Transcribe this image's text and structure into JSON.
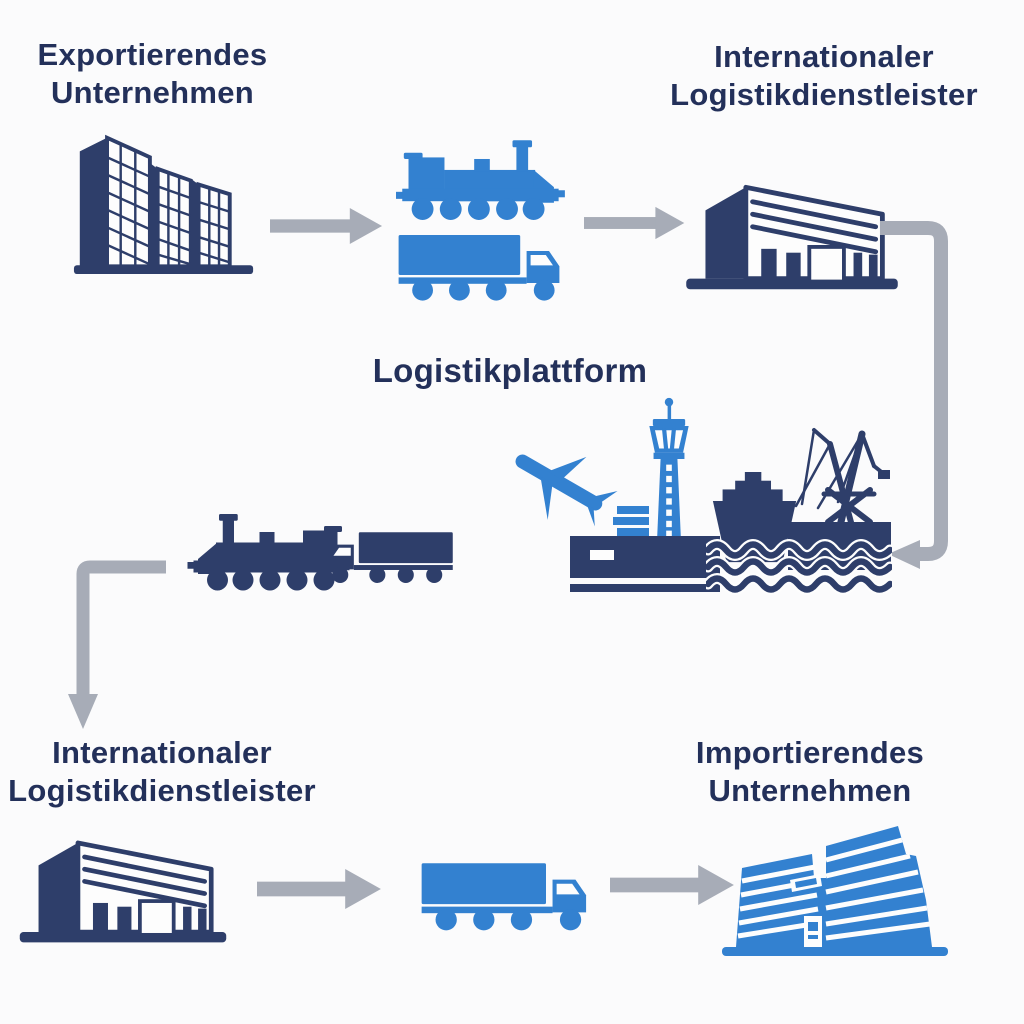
{
  "colors": {
    "background": "#fbfbfc",
    "navy": "#2e3e6a",
    "blue": "#3381d0",
    "arrow_gray": "#a7acb7",
    "text": "#23305a"
  },
  "nodes": {
    "exporter": {
      "line1": "Exportierendes",
      "line2": "Unternehmen"
    },
    "logistics_provider_top": {
      "line1": "Internationaler",
      "line2": "Logistikdienstleister"
    },
    "platform": {
      "title": "Logistikplattform"
    },
    "logistics_provider_bottom": {
      "line1": "Internationaler",
      "line2": "Logistikdienstleister"
    },
    "importer": {
      "line1": "Importierendes",
      "line2": "Unternehmen"
    }
  },
  "icons": {
    "exporter": "office-building",
    "outbound_transport": [
      "train",
      "truck"
    ],
    "logistics_provider_top": "warehouse",
    "platform": [
      "airplane",
      "container-stack",
      "control-tower",
      "terminal-building",
      "cargo-ship",
      "harbor-crane",
      "waves"
    ],
    "inbound_transport": [
      "train",
      "truck"
    ],
    "logistics_provider_bottom": "warehouse",
    "delivery_transport": [
      "truck"
    ],
    "importer": "city-buildings"
  },
  "arrows": [
    {
      "from": "exporter",
      "to": "outbound-transport",
      "shape": "straight-right"
    },
    {
      "from": "outbound-transport",
      "to": "logistics-provider-top",
      "shape": "straight-right"
    },
    {
      "from": "logistics-provider-top",
      "to": "platform",
      "shape": "elbow-down-left"
    },
    {
      "from": "inbound-transport",
      "to": "logistics-provider-bottom",
      "shape": "elbow-left-down"
    },
    {
      "from": "logistics-provider-bottom",
      "to": "delivery-transport",
      "shape": "straight-right"
    },
    {
      "from": "delivery-transport",
      "to": "importer",
      "shape": "straight-right"
    }
  ]
}
